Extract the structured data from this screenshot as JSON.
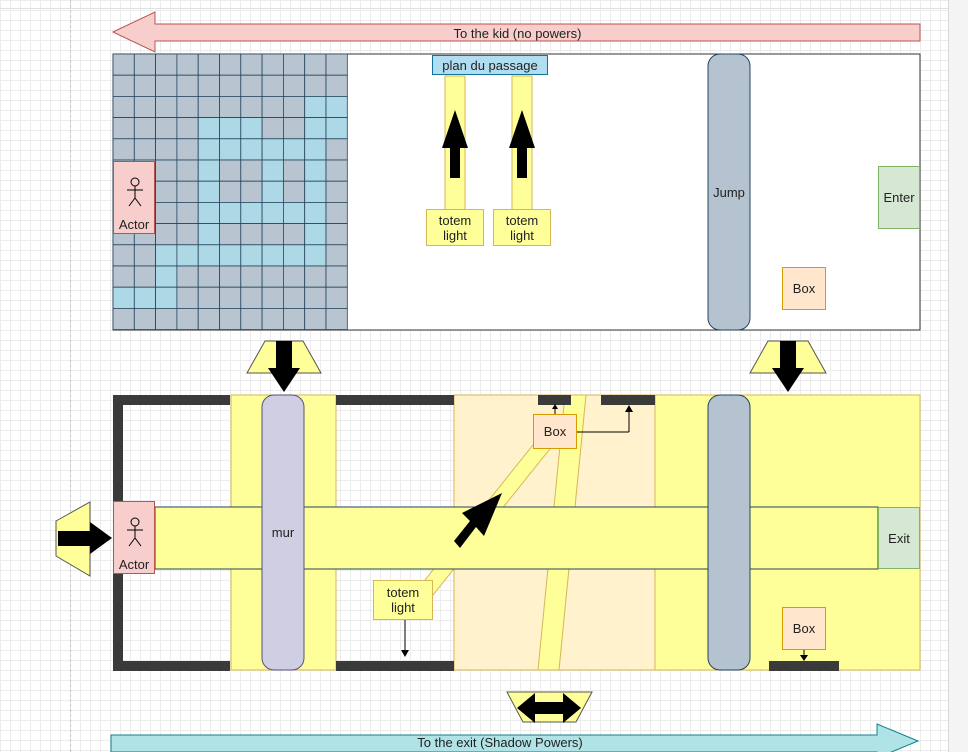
{
  "arrows": {
    "to_kid": "To the kid (no powers)",
    "to_exit": "To the exit (Shadow Powers)"
  },
  "top_room": {
    "plan_label": "plan du passage",
    "actor": "Actor",
    "totem_left": "totem\nlight",
    "totem_right": "totem\nlight",
    "jump": "Jump",
    "enter": "Enter",
    "box": "Box"
  },
  "bottom_room": {
    "actor": "Actor",
    "wall": "mur",
    "totem": "totem\nlight",
    "box_top": "Box",
    "box_bottom": "Box",
    "exit": "Exit"
  },
  "colors": {
    "grid_fill": "#b8c5d1",
    "path_fill": "#add8e6",
    "actor_fill": "#f8cecc",
    "yellow": "#ffff99",
    "light_fill": "#fff2cc",
    "wall": "#3a3a3a",
    "green": "#d5e8d4",
    "pillar_top": "#b4c3cf",
    "pillar_mur": "#d0cee2",
    "arrow_red": "#f8cecc",
    "arrow_blue": "#b0e3e6"
  }
}
